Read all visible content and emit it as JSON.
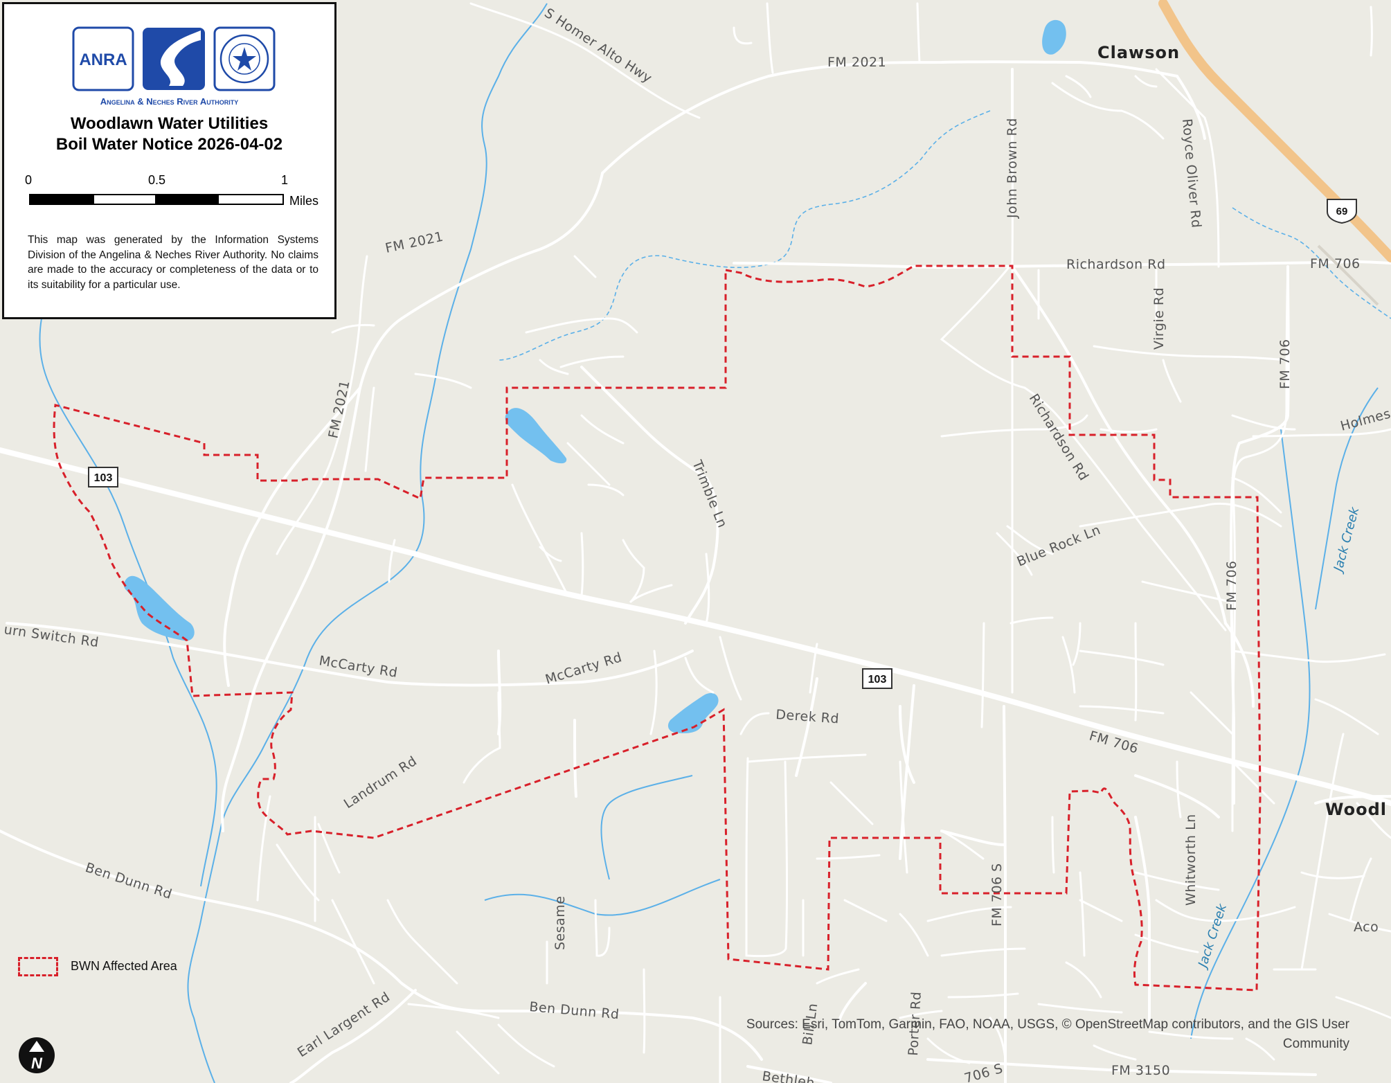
{
  "header": {
    "logo_text": "ANRA",
    "agency": "Angelina & Neches River Authority",
    "title_line1": "Woodlawn Water Utilities",
    "title_line2": "Boil Water Notice 2026-04-02"
  },
  "scale_bar": {
    "ticks": [
      "0",
      "0.5",
      "1"
    ],
    "unit": "Miles"
  },
  "disclaimer": "This map was generated by the Information Systems Division of the Angelina & Neches River Authority. No claims are made to the accuracy or completeness of the data or to its suitability for a particular use.",
  "legend": {
    "affected_area": "BWN Affected Area"
  },
  "sources": {
    "line1": "Sources: Esri, TomTom, Garmin, FAO, NOAA, USGS, © OpenStreetMap contributors, and the GIS User",
    "line2": "Community"
  },
  "map": {
    "towns": {
      "clawson": "Clawson",
      "woodlawn": "Woodl"
    },
    "shields": {
      "hwy103_a": "103",
      "hwy103_b": "103",
      "us69": "69"
    },
    "roads": {
      "s_homer_alto": "S Homer Alto Hwy",
      "fm2021_top": "FM 2021",
      "fm2021_mid": "FM 2021",
      "fm2021_left": "FM 2021",
      "john_brown": "John Brown Rd",
      "royce_oliver": "Royce Oliver Rd",
      "richardson_h": "Richardson Rd",
      "richardson_diag": "Richardson Rd",
      "fm706_top": "FM 706",
      "fm706_vert_upper": "FM 706",
      "fm706_vert_mid": "FM 706",
      "fm706_main": "FM 706",
      "fm706s_a": "FM 706 S",
      "fm706s_b": "706 S",
      "virgie": "Virgie Rd",
      "holmes": "Holmes",
      "trimble": "Trimble Ln",
      "blue_rock": "Blue Rock Ln",
      "switch_rd": "urn Switch Rd",
      "mccarty_left": "McCarty Rd",
      "mccarty_right": "McCarty Rd",
      "derek": "Derek Rd",
      "landrum": "Landrum Rd",
      "ben_dunn_left": "Ben Dunn Rd",
      "ben_dunn_bottom": "Ben Dunn Rd",
      "sesame": "Sesame",
      "earl_largent": "Earl Largent Rd",
      "bill_ln": "Bill Ln",
      "porter": "Porter Rd",
      "whitworth": "Whitworth Ln",
      "fm3150": "FM 3150",
      "bethlehem": "Bethleh",
      "aco": "Aco"
    },
    "water": {
      "jack_creek_upper": "Jack Creek",
      "jack_creek_lower": "Jack Creek"
    },
    "colors": {
      "background": "#ecebe4",
      "road": "#ffffff",
      "highway": "#f2c48a",
      "water": "#73c0ef",
      "stream": "#5bb0e8",
      "boundary": "#d8202a"
    }
  }
}
